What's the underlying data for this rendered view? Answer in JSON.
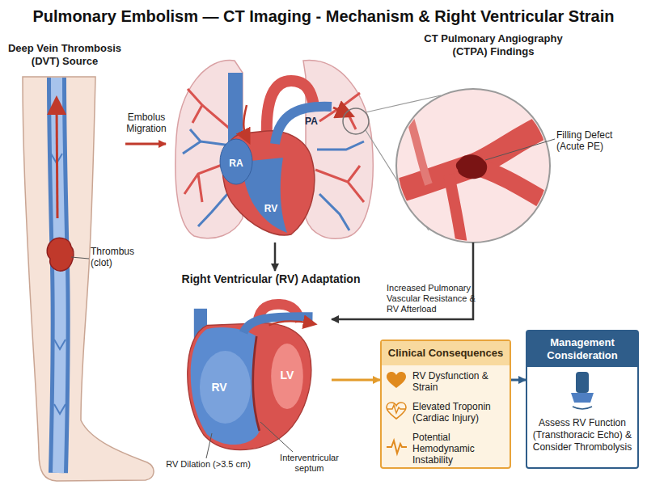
{
  "diagram": {
    "title": "Pulmonary Embolism — CT Imaging - Mechanism & Right Ventricular Strain",
    "nodes": [
      {
        "text": [
          "Deep Vein Thrombosis (DVT) Source"
        ]
      },
      {
        "text": [
          "PA",
          "RA",
          "RV"
        ]
      },
      {
        "text": [
          "CT Pulmonary Angiography (CTPA) Findings",
          "Filling Defect (Acute PE)"
        ]
      },
      {
        "text": [
          "Right Ventricular (RV) Adaptation",
          "RV",
          "LV"
        ]
      },
      {
        "text": [
          "Clinical Consequences",
          "RV Dysfunction & Strain",
          "Elevated Troponin (Cardiac Injury)",
          "Potential Hemodynamic Instability"
        ]
      },
      {
        "text": [
          "Management Consideration",
          "Assess RV Function (Transthoracic Echo) & Consider Thrombolysis"
        ]
      }
    ],
    "edges": [
      {
        "from": 0,
        "to": 1,
        "arrow": "to",
        "label": "Embolus Migration"
      },
      {
        "from": 1,
        "to": 3,
        "arrow": "to"
      },
      {
        "from": 2,
        "to": 3,
        "arrow": "to",
        "label": "Increased Pulmonary Vascular Resistance & RV Afterload"
      },
      {
        "from": 3,
        "to": 4,
        "arrow": "to"
      },
      {
        "from": 4,
        "to": 5,
        "arrow": "to"
      }
    ],
    "labels": [
      "Thrombus (clot)",
      "RV Dilation (>3.5 cm)",
      "Interventricular septum"
    ]
  }
}
